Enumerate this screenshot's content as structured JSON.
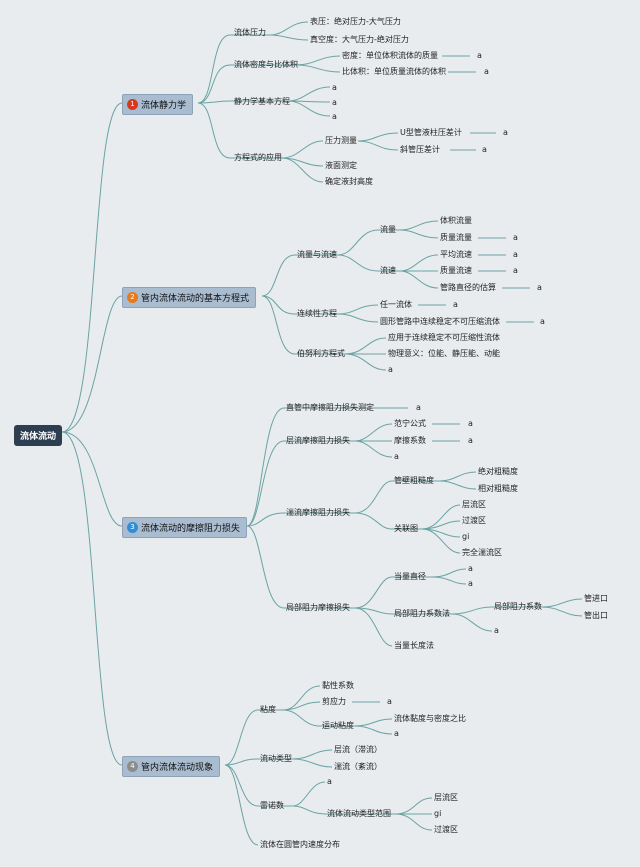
{
  "root": {
    "label": "流体流动"
  },
  "b1": {
    "badge": "1",
    "badge_color": "#d9381e",
    "label": "流体静力学",
    "c1": {
      "label": "流体压力",
      "g1": "表压：绝对压力-大气压力",
      "g2": "真空度：大气压力-绝对压力"
    },
    "c2": {
      "label": "流体密度与比体积",
      "g1": "密度：单位体积流体的质量",
      "g1a": "a",
      "g2": "比体积：单位质量流体的体积",
      "g2a": "a"
    },
    "c3": {
      "label": "静力学基本方程",
      "g1": "a",
      "g2": "a",
      "g3": "a"
    },
    "c4": {
      "label": "方程式的应用",
      "g1": {
        "label": "压力测量",
        "h1": "U型管液柱压差计",
        "h1a": "a",
        "h2": "斜管压差计",
        "h2a": "a"
      },
      "g2": "液面测定",
      "g3": "确定液封高度"
    }
  },
  "b2": {
    "badge": "2",
    "badge_color": "#e8791a",
    "label": "管内流体流动的基本方程式",
    "c1": {
      "label": "流量与流速",
      "g1": {
        "label": "流量",
        "h1": "体积流量",
        "h2": "质量流量",
        "h2a": "a"
      },
      "g2": {
        "label": "流速",
        "h1": "平均流速",
        "h1a": "a",
        "h2": "质量流速",
        "h2a": "a",
        "h3": "管路直径的估算",
        "h3a": "a"
      }
    },
    "c2": {
      "label": "连续性方程",
      "g1": "任一流体",
      "g1a": "a",
      "g2": "圆形管路中连续稳定不可压缩流体",
      "g2a": "a"
    },
    "c3": {
      "label": "伯努利方程式",
      "g1": "应用于连续稳定不可压缩性流体",
      "g2": "物理意义：位能、静压能、动能",
      "g3": "a"
    }
  },
  "b3": {
    "badge": "3",
    "badge_color": "#2e8fd6",
    "label": "流体流动的摩擦阻力损失",
    "c1": {
      "label": "直管中摩擦阻力损失测定",
      "a": "a"
    },
    "c2": {
      "label": "层流摩擦阻力损失",
      "g1": "范宁公式",
      "g1a": "a",
      "g2": "摩擦系数",
      "g2a": "a",
      "g3": "a"
    },
    "c3": {
      "label": "湍流摩擦阻力损失",
      "g1": {
        "label": "管壁粗糙度",
        "h1": "绝对粗糙度",
        "h2": "相对粗糙度"
      },
      "g2": {
        "label": "关联图",
        "h1": "层流区",
        "h2": "过渡区",
        "h3": "gi",
        "h4": "完全湍流区"
      }
    },
    "c4": {
      "label": "局部阻力摩擦损失",
      "g1": {
        "label": "当量直径",
        "h1": "a",
        "h2": "a"
      },
      "g2": {
        "label": "局部阻力系数法",
        "h1": {
          "label": "局部阻力系数",
          "i1": "管进口",
          "i2": "管出口"
        },
        "h2": "a"
      },
      "g3": "当量长度法"
    }
  },
  "b4": {
    "badge": "4",
    "badge_color": "#8c8c8c",
    "label": "管内流体流动现象",
    "c1": {
      "label": "粘度",
      "g1": "黏性系数",
      "g2": "剪应力",
      "g2a": "a",
      "g3": {
        "label": "运动粘度",
        "h1": "流体黏度与密度之比",
        "h2": "a"
      }
    },
    "c2": {
      "label": "流动类型",
      "g1": "层流（滞流）",
      "g2": "湍流（紊流）"
    },
    "c3": {
      "label": "雷诺数",
      "g1": "a",
      "g2": {
        "label": "流体流动类型范围",
        "h1": "层流区",
        "h2": "gi",
        "h3": "过渡区"
      }
    },
    "c4": {
      "label": "流体在圆管内速度分布"
    }
  },
  "colors": {
    "line": "#6ba3a3",
    "root_bg": "#2c3e50",
    "branch_bg": "#a9bcd0"
  }
}
